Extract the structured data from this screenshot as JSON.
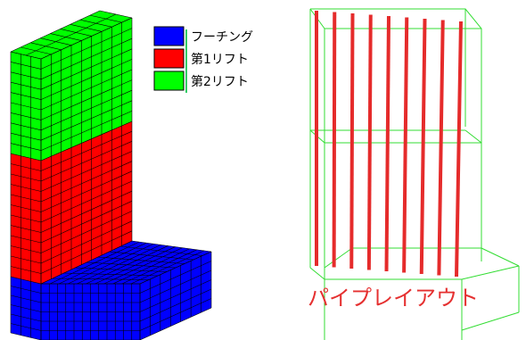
{
  "legend": [
    {
      "label": "フーチング",
      "color": "#0000ff"
    },
    {
      "label": "第1リフト",
      "color": "#ff0000"
    },
    {
      "label": "第2リフト",
      "color": "#00ff00"
    }
  ],
  "pipe_layout_label": "パイプレイアウト",
  "colors": {
    "footing": "#0000ff",
    "lift1": "#ff0000",
    "lift2": "#00ff00",
    "mesh_line": "#000000",
    "wireframe": "#33dd33",
    "pipe": "#e52b2b",
    "legend_bracket": "#33cc66",
    "label_text": "#e53030"
  }
}
